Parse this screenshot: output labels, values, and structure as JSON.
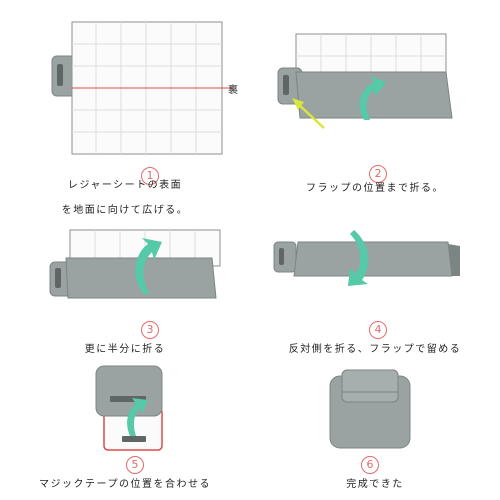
{
  "colors": {
    "sheet_fill": "#fbfbfb",
    "sheet_grid": "#dcdcdc",
    "gray_back": "#9aa2a2",
    "gray_dark": "#7c8584",
    "accent_red": "#d94c4c",
    "arrow_teal": "#55c9a8",
    "pointer_yellow": "#d9e63b",
    "badge_red": "#e26b6b"
  },
  "side_label": "裏",
  "steps": [
    {
      "number": "1",
      "caption_lines": [
        "レジャーシートの表面",
        "を地面に向けて広げる。"
      ],
      "icon": "open-sheet"
    },
    {
      "number": "2",
      "caption_lines": [
        "フラップの位置まで折る。"
      ],
      "icon": "fold-to-flap"
    },
    {
      "number": "3",
      "caption_lines": [
        "更に半分に折る"
      ],
      "icon": "fold-half"
    },
    {
      "number": "4",
      "caption_lines": [
        "反対側を折る、フラップで留める"
      ],
      "icon": "fold-other-side"
    },
    {
      "number": "5",
      "caption_lines": [
        "マジックテープの位置を合わせる"
      ],
      "icon": "align-velcro"
    },
    {
      "number": "6",
      "caption_lines": [
        "完成できた"
      ],
      "icon": "finished-pack"
    }
  ]
}
